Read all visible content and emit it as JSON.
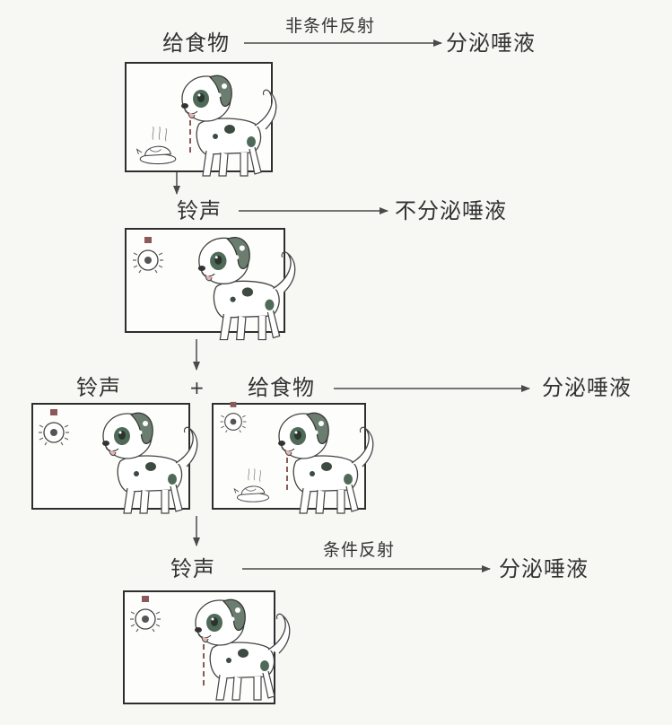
{
  "stages": [
    {
      "stimulus": "给食物",
      "reflex": "非条件反射",
      "result": "分泌唾液",
      "dog": {
        "bell": false,
        "food": true,
        "saliva": true
      }
    },
    {
      "stimulus": "铃声",
      "result": "不分泌唾液",
      "dog": {
        "bell": true,
        "food": false,
        "saliva": false
      }
    },
    {
      "stimulus_bell": "铃声",
      "plus": "+",
      "stimulus_food": "给食物",
      "result": "分泌唾液",
      "dogs": [
        {
          "bell": true,
          "food": false,
          "saliva": false
        },
        {
          "bell": true,
          "food": true,
          "saliva": true
        }
      ]
    },
    {
      "stimulus": "铃声",
      "reflex": "条件反射",
      "result": "分泌唾液",
      "dog": {
        "bell": true,
        "food": false,
        "saliva": true
      }
    }
  ],
  "colors": {
    "line": "#4a4a4a",
    "panel_border": "#2e2e2e",
    "spot_green": "#4f6a58",
    "spot_dark": "#3c4a42",
    "bell_red": "#8a5a5a"
  }
}
